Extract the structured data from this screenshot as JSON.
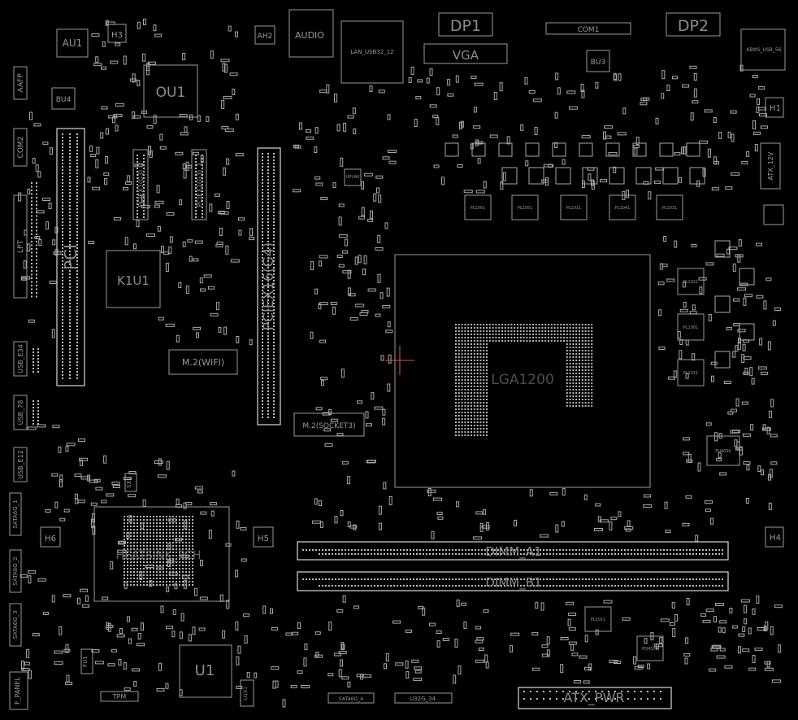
{
  "board": {
    "background": "#000000",
    "line_color": "#9a9a9a",
    "crosshair_color": "#d9534f"
  },
  "components": [
    {
      "id": "au1",
      "label": "AU1"
    },
    {
      "id": "h3",
      "label": "H3"
    },
    {
      "id": "ah2",
      "label": "AH2"
    },
    {
      "id": "audio",
      "label": "AUDIO"
    },
    {
      "id": "lan",
      "label": "LAN_USB32_12"
    },
    {
      "id": "dp1",
      "label": "DP1"
    },
    {
      "id": "vga",
      "label": "VGA"
    },
    {
      "id": "com1",
      "label": "COM1"
    },
    {
      "id": "bu3",
      "label": "BU3"
    },
    {
      "id": "dp2",
      "label": "DP2"
    },
    {
      "id": "kbms",
      "label": "KBMS_USB_56"
    },
    {
      "id": "aafp",
      "label": "AAFP"
    },
    {
      "id": "bu4",
      "label": "BU4"
    },
    {
      "id": "ou1",
      "label": "OU1"
    },
    {
      "id": "h1",
      "label": "H1"
    },
    {
      "id": "com2",
      "label": "COM2"
    },
    {
      "id": "atx12v",
      "label": "ATX_12V"
    },
    {
      "id": "pcie1_2",
      "label": "PCIEX1(G3)_2"
    },
    {
      "id": "pcie1_1",
      "label": "PCIEX1(G3)_1"
    },
    {
      "id": "lpt",
      "label": "LPT"
    },
    {
      "id": "pci",
      "label": "PCI"
    },
    {
      "id": "k1u1",
      "label": "K1U1"
    },
    {
      "id": "pcie16",
      "label": "PCIEX16(G4)"
    },
    {
      "id": "m2wifi",
      "label": "M.2(WIFI)"
    },
    {
      "id": "usb34",
      "label": "USB_E34"
    },
    {
      "id": "usb78",
      "label": "USB_78"
    },
    {
      "id": "usb12",
      "label": "USB_E12"
    },
    {
      "id": "m2s3",
      "label": "M.2(SOCKET3)"
    },
    {
      "id": "lga",
      "label": "LGA1200"
    },
    {
      "id": "sata1",
      "label": "SATA6G_1"
    },
    {
      "id": "sata2",
      "label": "SATA6G_2"
    },
    {
      "id": "sata3",
      "label": "SATA6G_3"
    },
    {
      "id": "h6",
      "label": "H6"
    },
    {
      "id": "h5",
      "label": "H5"
    },
    {
      "id": "heatsink",
      "label": "HEATSINK_PCH"
    },
    {
      "id": "h4",
      "label": "H4"
    },
    {
      "id": "dimma1",
      "label": "DIMM_A1"
    },
    {
      "id": "dimmb1",
      "label": "DIMM_B1"
    },
    {
      "id": "u1",
      "label": "U1"
    },
    {
      "id": "atxpwr",
      "label": "ATX_PWR"
    },
    {
      "id": "sata4",
      "label": "SATA6G_4"
    },
    {
      "id": "usb34b",
      "label": "U32G_34"
    },
    {
      "id": "tpm",
      "label": "TPM"
    },
    {
      "id": "fpanel",
      "label": "F_PANEL"
    },
    {
      "id": "pu4000",
      "label": "PU4000"
    },
    {
      "id": "pl2011",
      "label": "PL2011"
    },
    {
      "id": "pq4501",
      "label": "PQ4501"
    },
    {
      "id": "pl1021",
      "label": "PL1021"
    },
    {
      "id": "pl1081",
      "label": "PL1081"
    },
    {
      "id": "pl1311",
      "label": "PL1311"
    },
    {
      "id": "pl1001",
      "label": "PL1001"
    },
    {
      "id": "pl1051",
      "label": "PL1051"
    },
    {
      "id": "pl1011",
      "label": "PL1011"
    },
    {
      "id": "pl1041",
      "label": "PL1041"
    },
    {
      "id": "pl1031",
      "label": "PL1031"
    },
    {
      "id": "upu40",
      "label": "UPU40"
    },
    {
      "id": "sx1",
      "label": "SX1"
    },
    {
      "id": "fu1",
      "label": "FU1"
    },
    {
      "id": "u1x1",
      "label": "U1X1"
    }
  ]
}
